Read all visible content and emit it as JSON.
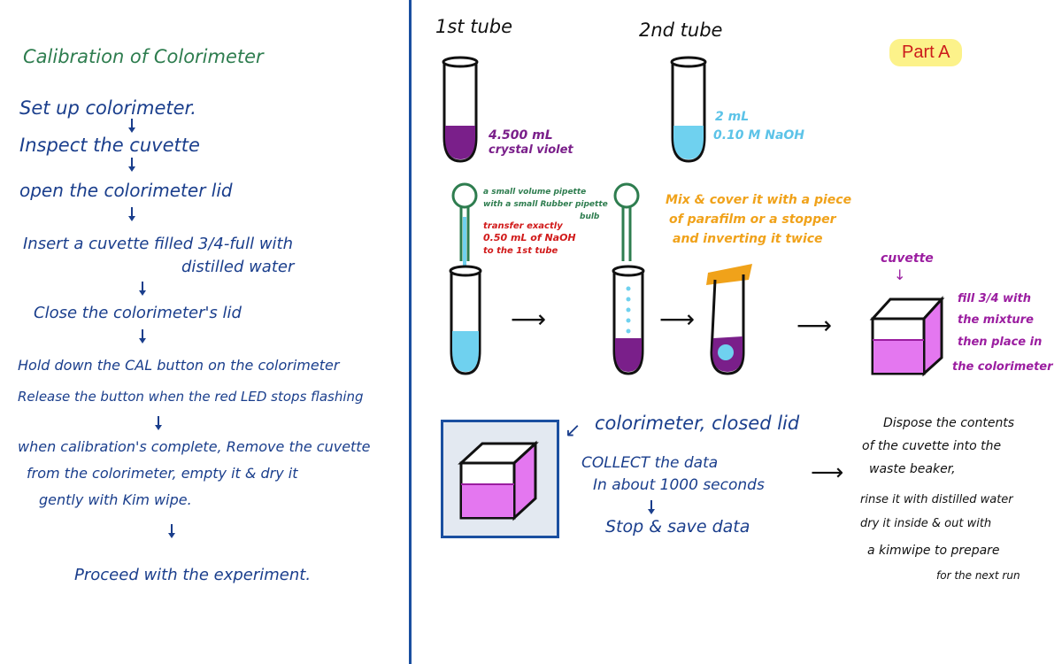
{
  "left": {
    "title": "Calibration of Colorimeter",
    "steps": [
      "Set up colorimeter.",
      "Inspect the cuvette",
      "open the colorimeter lid",
      "Insert a cuvette filled 3/4-full with",
      "distilled water",
      "Close the colorimeter's lid",
      "Hold down the CAL button on the colorimeter",
      "Release the button when the red LED stops flashing",
      "when calibration's complete, Remove the cuvette",
      "from the colorimeter, empty it & dry it",
      "gently with Kim wipe.",
      "Proceed with the experiment."
    ]
  },
  "right": {
    "badge": "Part A",
    "tube1": {
      "title": "1st tube",
      "contents_1": "4.500 mL",
      "contents_2": "crystal violet"
    },
    "tube2": {
      "title": "2nd tube",
      "contents_1": "2 mL",
      "contents_2": "0.10 M NaOH"
    },
    "pipette_note_1": "a small volume pipette",
    "pipette_note_2": "with a small Rubber pipette",
    "pipette_note_3": "bulb",
    "transfer_note_1": "transfer exactly",
    "transfer_note_2": "0.50 mL of NaOH",
    "transfer_note_3": "to the 1st tube",
    "mix_note_1": "Mix & cover it with a piece",
    "mix_note_2": "of parafilm or a stopper",
    "mix_note_3": "and inverting it twice",
    "cuvette_label": "cuvette",
    "fill_note_1": "fill 3/4 with",
    "fill_note_2": "the mixture",
    "fill_note_3": "then place in",
    "fill_note_4": "the colorimeter",
    "colorimeter_label": "colorimeter, closed lid",
    "collect_1": "COLLECT the data",
    "collect_2": "In about 1000 seconds",
    "collect_3": "Stop & save data",
    "dispose_1": "Dispose the contents",
    "dispose_2": "of the cuvette into the",
    "dispose_3": "waste beaker,",
    "dispose_4": "rinse it with distilled water",
    "dispose_5": "dry it inside & out with",
    "dispose_6": "a kimwipe to prepare",
    "dispose_7": "for the next run"
  },
  "colors": {
    "purple": "#7a1f8a",
    "cyan": "#6fd1ef",
    "magenta": "#e477f0",
    "orange": "#f0a21a",
    "divider": "#1a4fa0"
  }
}
